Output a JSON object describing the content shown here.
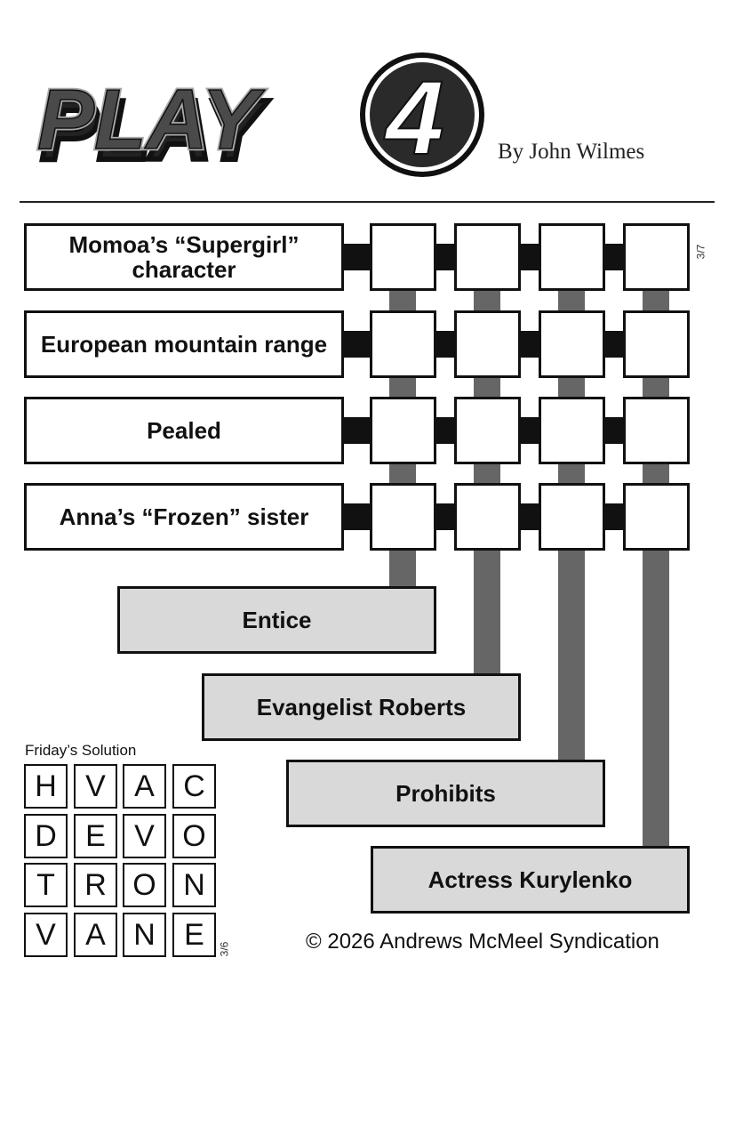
{
  "header": {
    "logo_text": "PLAY4",
    "byline": "By John Wilmes"
  },
  "puzzle": {
    "date": "3/7",
    "row_clues": [
      "Momoa’s “Supergirl” character",
      "European mountain range",
      "Pealed",
      "Anna’s “Frozen” sister"
    ],
    "column_clues": [
      "Entice",
      "Evangelist Roberts",
      "Prohibits",
      "Actress Kurylenko"
    ]
  },
  "solution": {
    "label": "Friday’s Solution",
    "date": "3/6",
    "rows": [
      [
        "H",
        "V",
        "A",
        "C"
      ],
      [
        "D",
        "E",
        "V",
        "O"
      ],
      [
        "T",
        "R",
        "O",
        "N"
      ],
      [
        "V",
        "A",
        "N",
        "E"
      ]
    ]
  },
  "footer": {
    "copyright": "© 2026 Andrews McMeel Syndication"
  },
  "colors": {
    "row_clue_bg": "#ffffff",
    "column_clue_bg": "#d9d9d9",
    "bar": "#666666",
    "connector": "#111111"
  }
}
